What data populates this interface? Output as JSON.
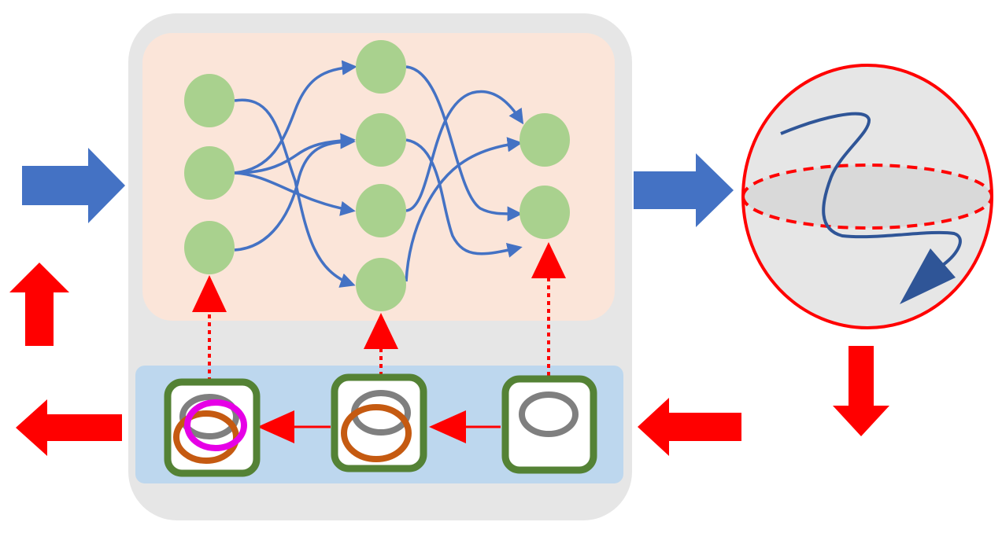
{
  "colors": {
    "outer_panel": "#e6e6e6",
    "network_panel": "#fbe5d9",
    "ring_panel": "#bdd7ee",
    "node": "#a9d18e",
    "edge": "#4472c4",
    "flow_arrow": "#4472c4",
    "feedback_arrow": "#ff0000",
    "cell_border": "#548235",
    "cell_fill": "#ffffff",
    "ring_gray": "#7f7f7f",
    "ring_orange": "#c55a11",
    "ring_magenta": "#e600e6",
    "sphere_outline": "#ff0000",
    "sphere_fill": "#e6e6e6",
    "sphere_equator_fill": "#d9d9d9",
    "trajectory": "#2f5597"
  },
  "network": {
    "layers": [
      {
        "nodes": 3
      },
      {
        "nodes": 4
      },
      {
        "nodes": 2
      }
    ]
  },
  "ring_cells": [
    {
      "rings": [
        "gray",
        "orange",
        "magenta"
      ]
    },
    {
      "rings": [
        "gray",
        "orange"
      ]
    },
    {
      "rings": [
        "gray"
      ]
    }
  ],
  "icons": {
    "input_arrow": "arrow-right-icon",
    "output_arrow": "arrow-right-icon",
    "sphere": "bloch-sphere-icon",
    "feedback_up": "arrow-up-icon",
    "feedback_left": "arrow-left-icon",
    "feedback_down": "arrow-down-icon"
  }
}
